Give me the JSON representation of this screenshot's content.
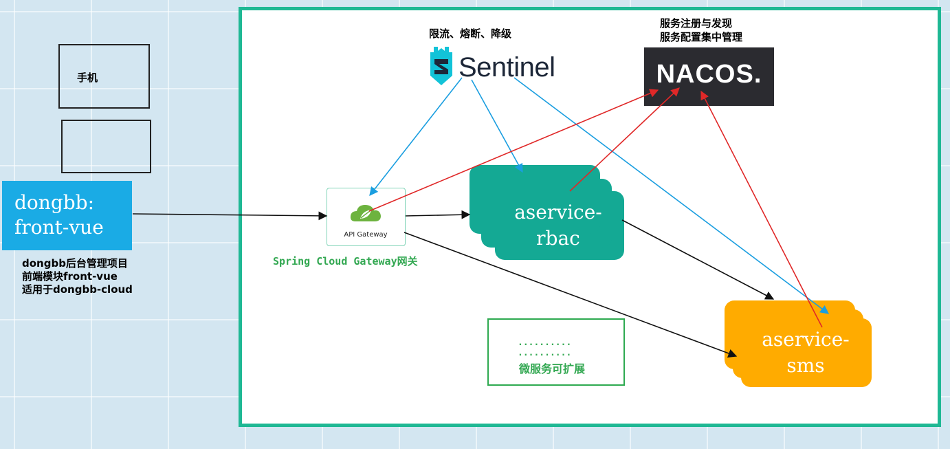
{
  "left_panel": {
    "phone_label": "手机",
    "front_box_lines": [
      "dongbb:",
      "front-vue"
    ],
    "description_lines": [
      "dongbb后台管理项目",
      "前端模块front-vue",
      "适用于dongbb-cloud"
    ]
  },
  "sentinel": {
    "caption": "限流、熔断、降级",
    "wordmark": "Sentinel",
    "icon": "sentinel-tower-icon"
  },
  "nacos": {
    "caption_lines": [
      "服务注册与发现",
      "服务配置集中管理"
    ],
    "wordmark": "NACOS."
  },
  "gateway": {
    "icon_label": "API Gateway",
    "icon": "spring-cloud-leaf-icon",
    "caption": "Spring Cloud Gateway网关"
  },
  "services": {
    "rbac_lines": [
      "aservice-",
      "rbac"
    ],
    "sms_lines": [
      "aservice-",
      "sms"
    ]
  },
  "extension": {
    "dots_lines": [
      "..........",
      ".........."
    ],
    "label": "微服务可扩展"
  },
  "colors": {
    "frame": "#1fb894",
    "front_box": "#1aabe5",
    "rbac": "#14a994",
    "sms": "#ffab00",
    "sentinel_arrow": "#1a9ee0",
    "nacos_arrow": "#e02828",
    "request_arrow": "#111111",
    "green_text": "#33a852"
  }
}
